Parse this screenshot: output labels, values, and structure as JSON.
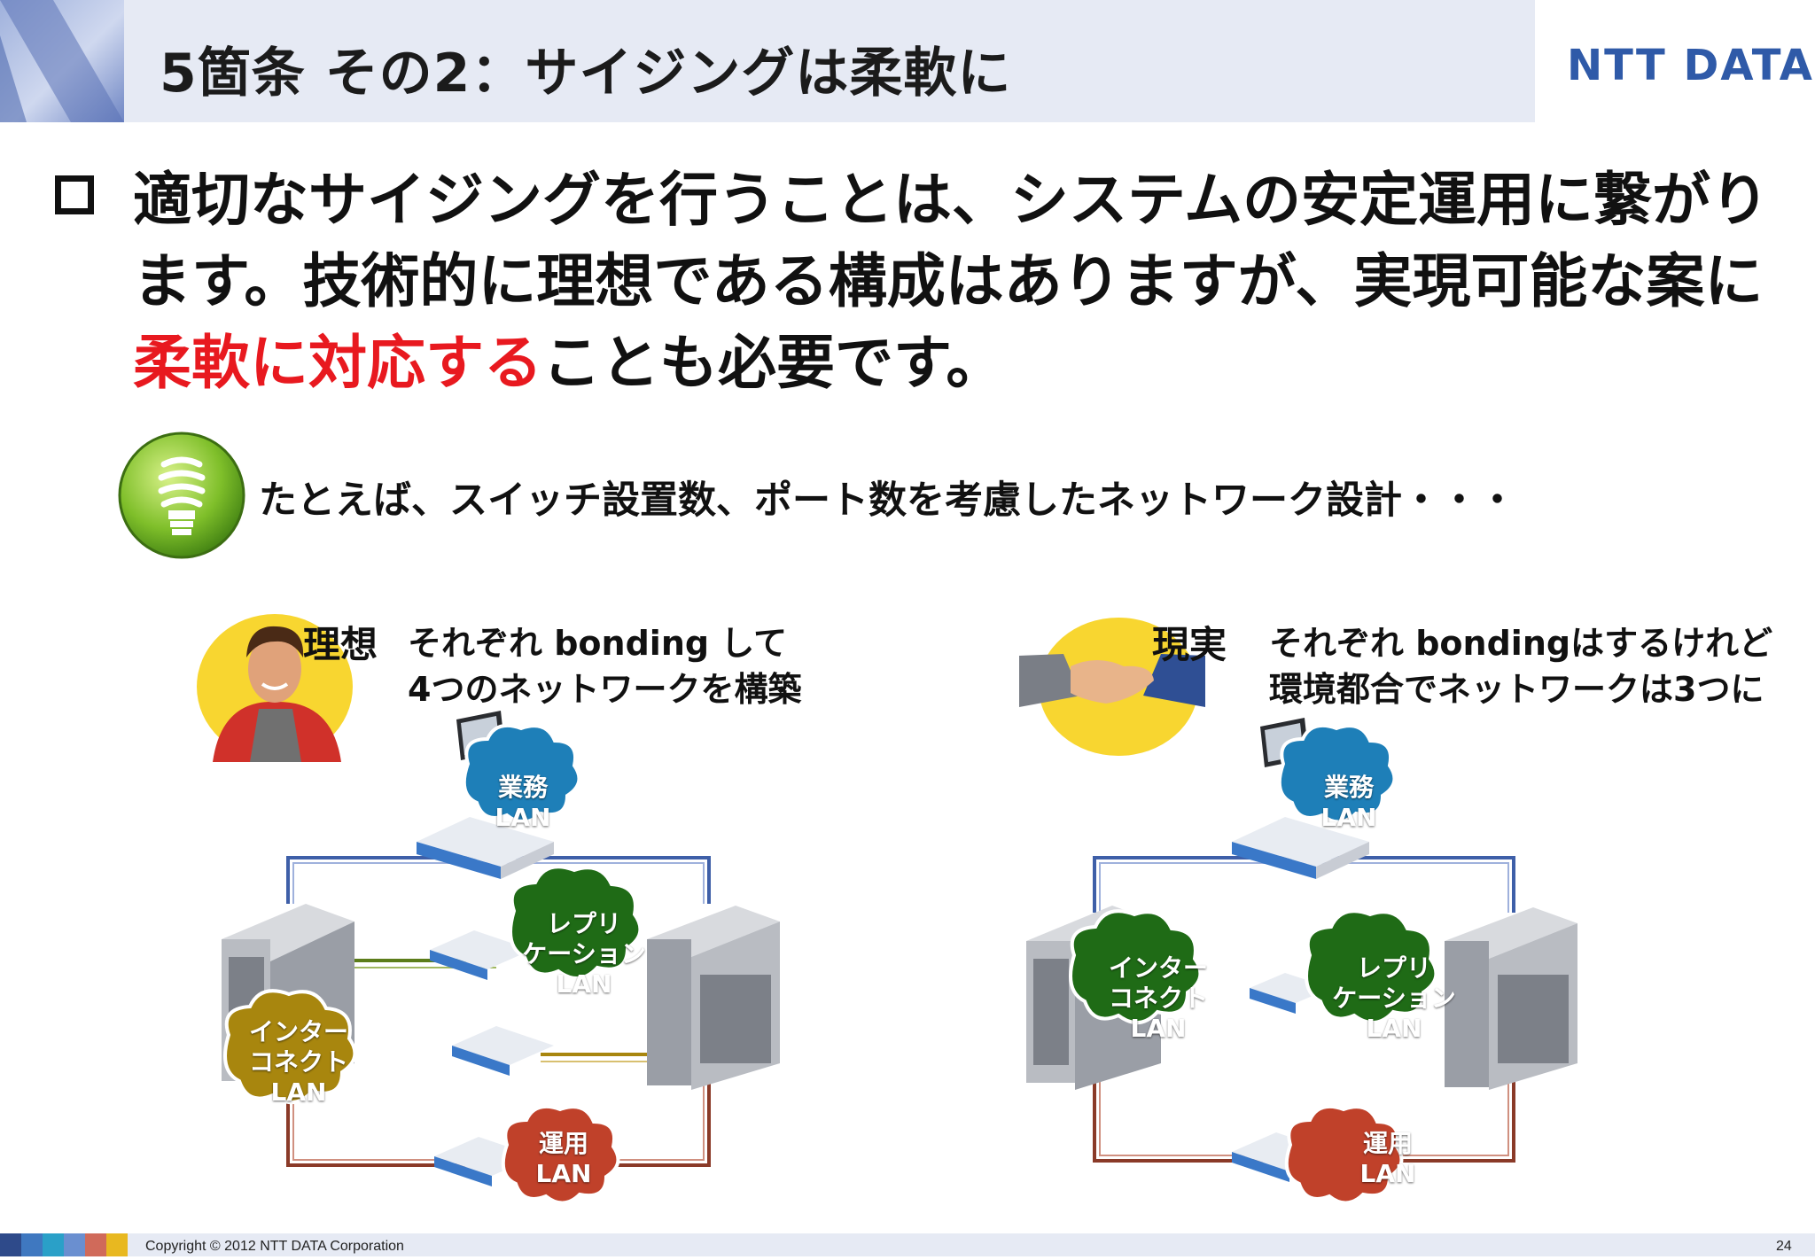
{
  "slide": {
    "title": "5箇条 その2：サイジングは柔軟に",
    "logo": "NTT DATA",
    "main_text_1": "適切なサイジングを行うことは、システムの安定運用に繋がります。技術的に理想である構成はありますが、実現可能な案に",
    "main_text_emphasis": "柔軟に対応する",
    "main_text_2": "ことも必要です。",
    "example_text": "たとえば、スイッチ設置数、ポート数を考慮したネットワーク設計・・・"
  },
  "ideal": {
    "label": "理想",
    "desc_line1": "それぞれ bonding して",
    "desc_line2": "4つのネットワークを構築",
    "clouds": [
      {
        "line1": "業務",
        "line2": "LAN",
        "color": "#1e7fb8"
      },
      {
        "line1": "レプリ",
        "line2": "ケーション",
        "line3": "LAN",
        "color": "#1f6b16"
      },
      {
        "line1": "インター",
        "line2": "コネクト",
        "line3": "LAN",
        "color": "#a8860e"
      },
      {
        "line1": "運用",
        "line2": "LAN",
        "color": "#c0412a"
      }
    ]
  },
  "real": {
    "label": "現実",
    "desc_line1": "それぞれ bondingはするけれど",
    "desc_line2": "環境都合でネットワークは3つに",
    "clouds": [
      {
        "line1": "業務",
        "line2": "LAN",
        "color": "#1e7fb8"
      },
      {
        "line1": "インター",
        "line2": "コネクト",
        "line3": "LAN",
        "color": "#1f6b16"
      },
      {
        "line1": "レプリ",
        "line2": "ケーション",
        "line3": "LAN",
        "color": "#1f6b16"
      },
      {
        "line1": "運用",
        "line2": "LAN",
        "color": "#c0412a"
      }
    ]
  },
  "footer": {
    "copyright": "Copyright © 2012 NTT DATA Corporation",
    "page": "24"
  }
}
